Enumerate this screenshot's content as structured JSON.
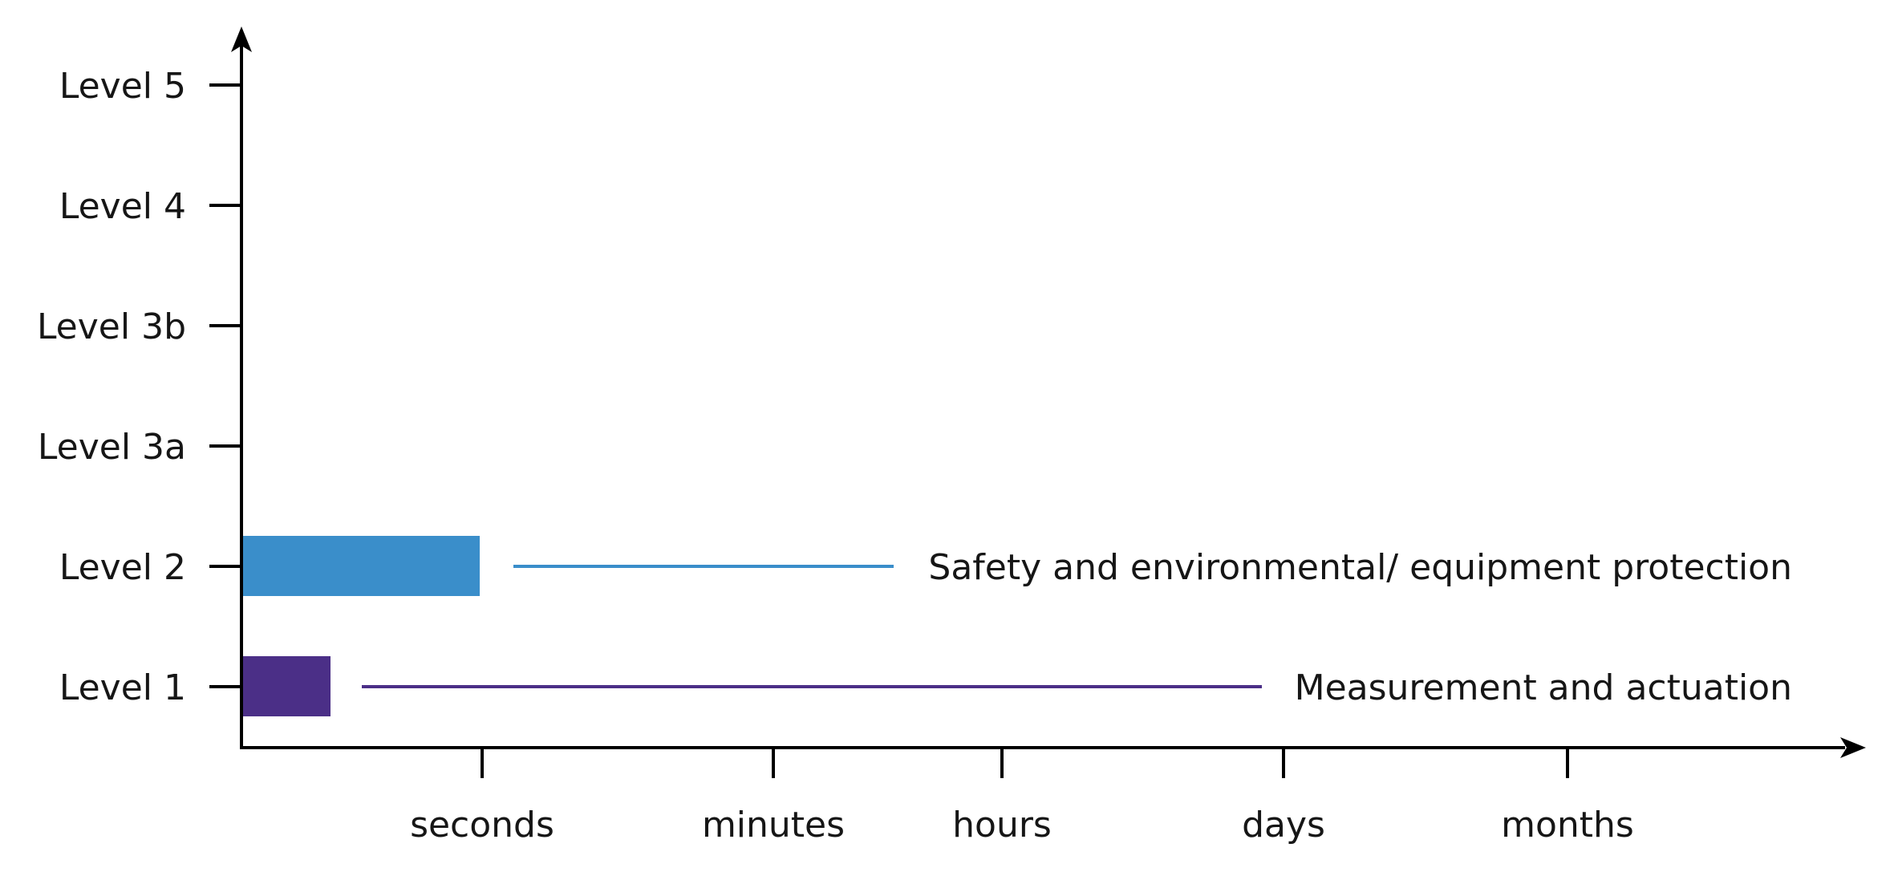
{
  "chart_data": {
    "type": "bar",
    "orientation": "horizontal",
    "title": "",
    "xlabel": "",
    "ylabel": "",
    "categories": [
      "Level 1",
      "Level 2",
      "Level 3a",
      "Level 3b",
      "Level 4",
      "Level 5"
    ],
    "x_ticks": [
      {
        "label": "seconds",
        "value": 1.0
      },
      {
        "label": "minutes",
        "value": 2.21
      },
      {
        "label": "hours",
        "value": 3.16
      },
      {
        "label": "days",
        "value": 4.33
      },
      {
        "label": "months",
        "value": 5.51
      }
    ],
    "xlim": [
      0,
      6.74
    ],
    "series": [
      {
        "category": "Level 1",
        "bar_end": 0.37,
        "line_start": 0.5,
        "line_end": 4.24,
        "annotation": "Measurement and actuation",
        "color": "#4b2f87"
      },
      {
        "category": "Level 2",
        "bar_end": 0.99,
        "line_start": 1.13,
        "line_end": 2.71,
        "annotation": "Safety and environmental/ equipment protection",
        "color": "#3a8eca"
      }
    ],
    "grid": false,
    "legend": "none"
  }
}
